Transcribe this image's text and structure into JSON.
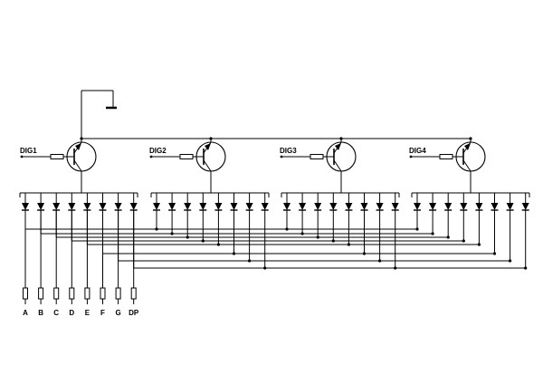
{
  "digits": [
    {
      "label": "DIG1"
    },
    {
      "label": "DIG2"
    },
    {
      "label": "DIG3"
    },
    {
      "label": "DIG4"
    }
  ],
  "segments": [
    "A",
    "B",
    "C",
    "D",
    "E",
    "F",
    "G",
    "DP"
  ],
  "colors": {
    "line": "#000000",
    "background": "#ffffff"
  }
}
